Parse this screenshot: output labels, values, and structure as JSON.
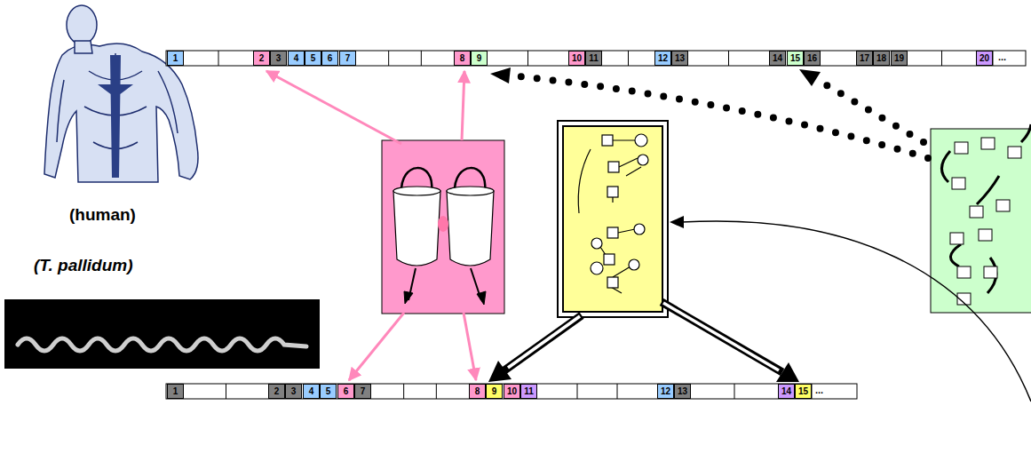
{
  "diagram": {
    "nodes": [
      {
        "text": [
          "1"
        ]
      },
      {
        "text": [
          "2"
        ]
      },
      {
        "text": [
          "3"
        ]
      },
      {
        "text": [
          "4"
        ]
      },
      {
        "text": [
          "5"
        ]
      },
      {
        "text": [
          "6"
        ]
      },
      {
        "text": [
          "7"
        ]
      },
      {
        "text": [
          "8"
        ]
      },
      {
        "text": [
          "9"
        ]
      },
      {
        "text": [
          "10"
        ]
      },
      {
        "text": [
          "11"
        ]
      },
      {
        "text": [
          "12"
        ]
      },
      {
        "text": [
          "13"
        ]
      },
      {
        "text": [
          "14"
        ]
      },
      {
        "text": [
          "15"
        ]
      },
      {
        "text": [
          "16"
        ]
      },
      {
        "text": [
          "17"
        ]
      },
      {
        "text": [
          "18"
        ]
      },
      {
        "text": [
          "19"
        ]
      },
      {
        "text": [
          "20"
        ]
      },
      {
        "text": [
          "1"
        ]
      },
      {
        "text": [
          "2"
        ]
      },
      {
        "text": [
          "3"
        ]
      },
      {
        "text": [
          "4"
        ]
      },
      {
        "text": [
          "5"
        ]
      },
      {
        "text": [
          "6"
        ]
      },
      {
        "text": [
          "7"
        ]
      },
      {
        "text": [
          "8"
        ]
      },
      {
        "text": [
          "9"
        ]
      },
      {
        "text": [
          "10"
        ]
      },
      {
        "text": [
          "11"
        ]
      },
      {
        "text": [
          "12"
        ]
      },
      {
        "text": [
          "13"
        ]
      },
      {
        "text": [
          "14"
        ]
      },
      {
        "text": [
          "15"
        ]
      }
    ],
    "labels": [
      "(human)",
      "(T. pallidum)",
      "...",
      "..."
    ]
  }
}
